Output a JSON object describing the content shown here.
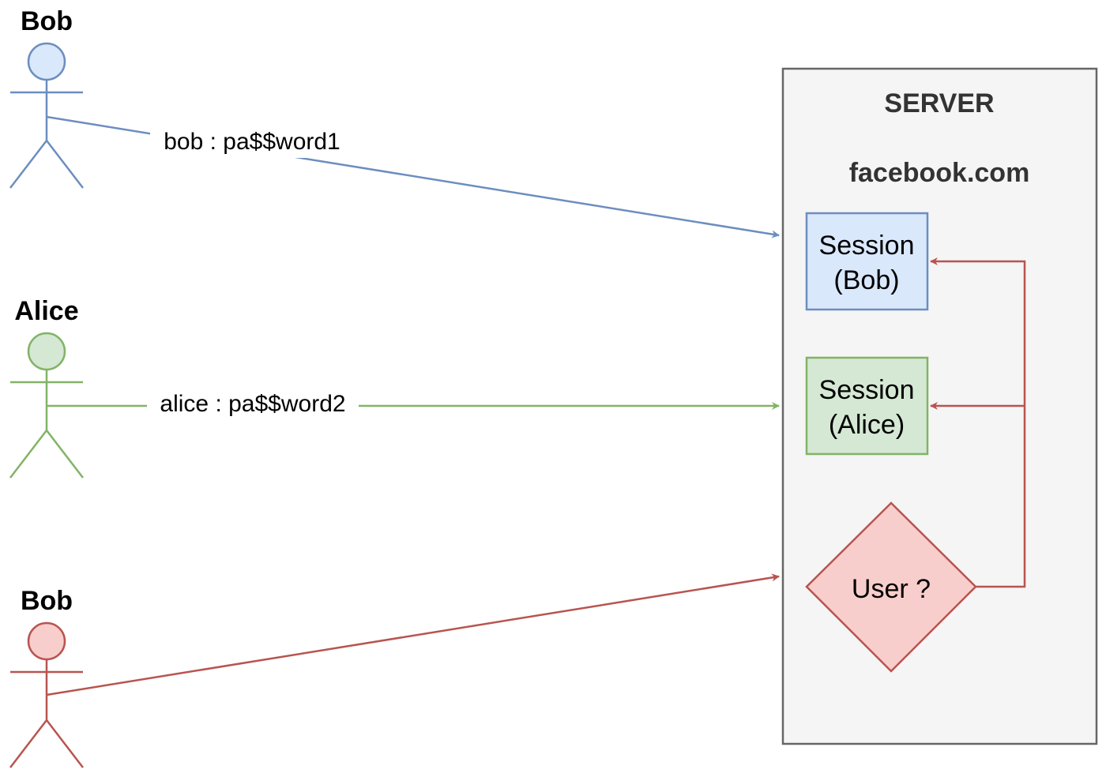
{
  "colors": {
    "blue_stroke": "#6c8ebf",
    "blue_fill": "#dae8fc",
    "green_stroke": "#82b366",
    "green_fill": "#d5e8d4",
    "red_stroke": "#b85450",
    "red_fill": "#f8cecc",
    "server_stroke": "#666666",
    "server_fill": "#f5f5f5"
  },
  "actors": [
    {
      "name": "Bob",
      "color": "blue"
    },
    {
      "name": "Alice",
      "color": "green"
    },
    {
      "name": "Bob",
      "color": "red"
    }
  ],
  "edges": [
    {
      "label": "bob : pa$$word1"
    },
    {
      "label": "alice : pa$$word2"
    },
    {
      "label": ""
    }
  ],
  "server": {
    "title": "SERVER",
    "domain": "facebook.com",
    "session_bob": [
      "Session",
      "(Bob)"
    ],
    "session_alice": [
      "Session",
      "(Alice)"
    ],
    "decision": "User ?"
  }
}
